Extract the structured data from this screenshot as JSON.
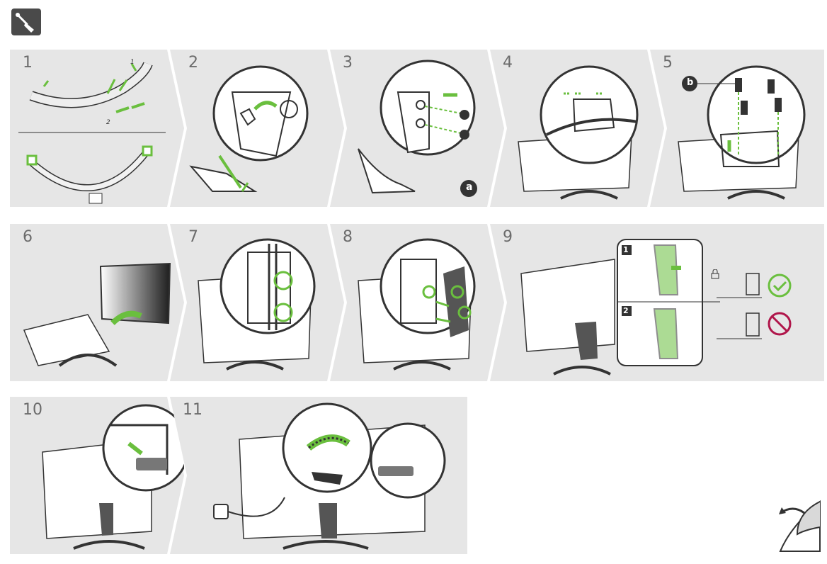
{
  "steps": [
    {
      "number": "1"
    },
    {
      "number": "2"
    },
    {
      "number": "3"
    },
    {
      "number": "4"
    },
    {
      "number": "5"
    },
    {
      "number": "6"
    },
    {
      "number": "7"
    },
    {
      "number": "8"
    },
    {
      "number": "9"
    },
    {
      "number": "10"
    },
    {
      "number": "11"
    }
  ],
  "callouts": {
    "step1_one": "1",
    "step1_two": "2",
    "step3_a": "a",
    "step5_b": "b",
    "step9_one": "1",
    "step9_two": "2"
  },
  "colors": {
    "panel_bg": "#e6e6e6",
    "accent_green": "#6abf3e",
    "dark": "#333333",
    "forbidden_red": "#b0154a"
  },
  "icons": [
    "screwdriver-icon",
    "lock-icon",
    "check-icon",
    "forbidden-icon",
    "page-turn-icon"
  ]
}
